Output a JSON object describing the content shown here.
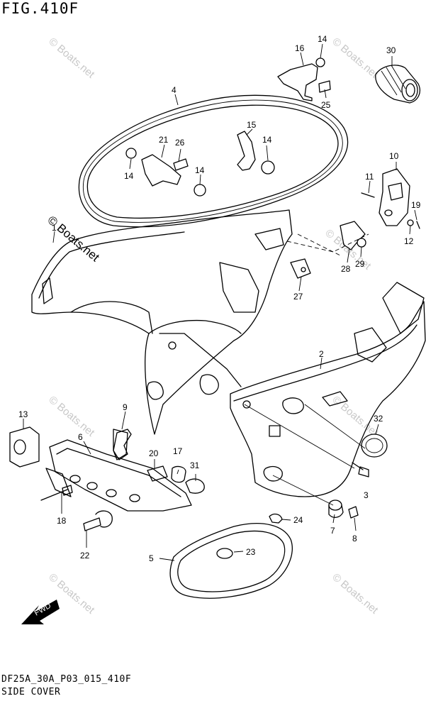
{
  "figure": {
    "title": "FIG.410F",
    "code": "DF25A_30A_P03_015_410F",
    "name": "SIDE COVER"
  },
  "watermark": "© Boats.net",
  "fwd_label": "FWD",
  "callouts": {
    "c1": "1",
    "c2": "2",
    "c3": "3",
    "c4": "4",
    "c5": "5",
    "c6": "6",
    "c7": "7",
    "c8": "8",
    "c9": "9",
    "c10": "10",
    "c11": "11",
    "c12": "12",
    "c13": "13",
    "c14a": "14",
    "c14b": "14",
    "c14c": "14",
    "c14d": "14",
    "c15": "15",
    "c16": "16",
    "c17": "17",
    "c18": "18",
    "c19": "19",
    "c20": "20",
    "c21": "21",
    "c22": "22",
    "c23": "23",
    "c24": "24",
    "c25": "25",
    "c26": "26",
    "c27": "27",
    "c28": "28",
    "c29": "29",
    "c30": "30",
    "c31": "31",
    "c32": "32"
  }
}
